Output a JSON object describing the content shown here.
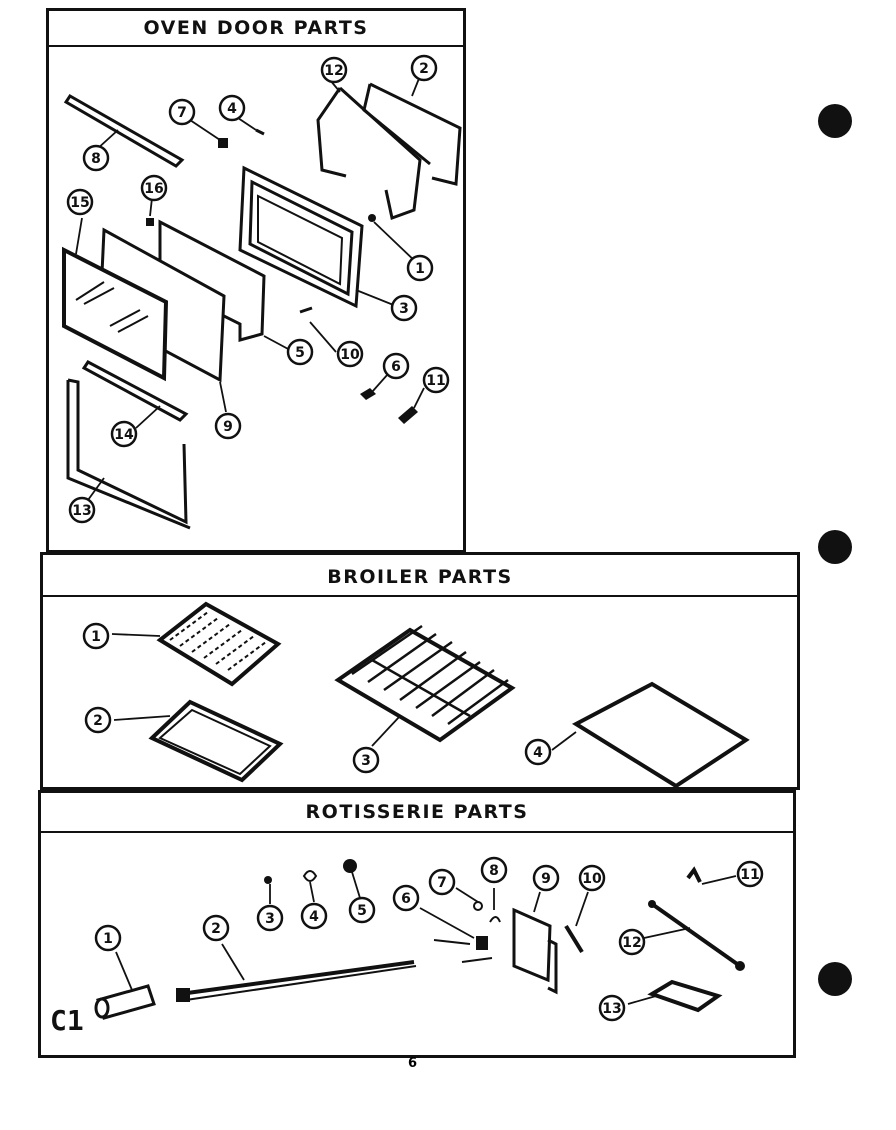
{
  "sections": {
    "oven_door": {
      "title": "OVEN DOOR PARTS",
      "callouts": [
        "1",
        "2",
        "3",
        "4",
        "5",
        "6",
        "7",
        "8",
        "9",
        "10",
        "11",
        "12",
        "13",
        "14",
        "15",
        "16"
      ]
    },
    "broiler": {
      "title": "BROILER PARTS",
      "callouts": [
        "1",
        "2",
        "3",
        "4"
      ]
    },
    "rotisserie": {
      "title": "ROTISSERIE PARTS",
      "callouts": [
        "1",
        "2",
        "3",
        "4",
        "5",
        "6",
        "7",
        "8",
        "9",
        "10",
        "11",
        "12",
        "13"
      ]
    }
  },
  "corner_label": "C1",
  "page_number": "6"
}
